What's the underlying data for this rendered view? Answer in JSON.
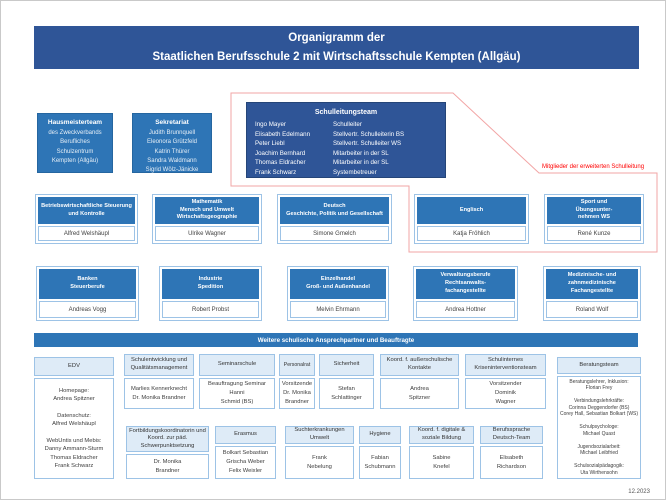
{
  "title": {
    "line1": "Organigramm der",
    "line2": "Staatlichen Berufsschule 2 mit Wirtschaftsschule Kempten (Allgäu)"
  },
  "hausmeisterteam": {
    "title": "Hausmeisterteam",
    "body": "des Zweckverbands\nBerufliches\nSchulzentrum\nKempten (Allgäu)"
  },
  "sekretariat": {
    "title": "Sekretariat",
    "body": "Judith Brunnquell\nEleonora Grützfeld\nKatrin Thürer\nSandra Waldmann\nSigrid Wölz-Jänicke"
  },
  "schulleitungsteam": {
    "title": "Schulleitungsteam",
    "members": [
      {
        "name": "Ingo Mayer",
        "role": "Schulleiter"
      },
      {
        "name": "Elisabeth Edelmann",
        "role": "Stellvertr. Schulleiterin BS"
      },
      {
        "name": "Peter Liebl",
        "role": "Stellvertr. Schulleiter WS"
      },
      {
        "name": "Joachim Bernhard",
        "role": "Mitarbeiter in der SL"
      },
      {
        "name": "Thomas Eldracher",
        "role": "Mitarbeiter in der SL"
      },
      {
        "name": "Frank Schwarz",
        "role": "Systembetreuer"
      }
    ]
  },
  "red_note": "Mitglieder der erweiterten Schulleitung",
  "dept_row1": [
    {
      "title": "Betriebswirtschaftliche Steuerung\nund Kontrolle",
      "name": "Alfred Welshäupl"
    },
    {
      "title": "Mathematik\nMensch und Umwelt\nWirtschaftsgeographie",
      "name": "Ulrike Wagner"
    },
    {
      "title": "Deutsch\nGeschichte, Politik und Gesellschaft",
      "name": "Simone Gmelch"
    },
    {
      "title": "Englisch",
      "name": "Katja Fröhlich"
    },
    {
      "title": "Sport und\nÜbungsunter-\nnehmen WS",
      "name": "René Kunze"
    }
  ],
  "dept_row2": [
    {
      "title": "Banken\nSteuerberufe",
      "name": "Andreas Vogg"
    },
    {
      "title": "Industrie\nSpedition",
      "name": "Robert Probst"
    },
    {
      "title": "Einzelhandel\nGroß- und Außenhandel",
      "name": "Melvin Ehrmann"
    },
    {
      "title": "Verwaltungsberufe\nRechtsanwalts-\nfachangestellte",
      "name": "Andrea Hottner"
    },
    {
      "title": "Medizinische- und\nzahnmedizinische\nFachangestellte",
      "name": "Roland Wolf"
    }
  ],
  "section_bar": "Weitere schulische Ansprechpartner und Beauftragte",
  "edv": {
    "title": "EDV",
    "body": "Homepage:\nAndrea Spitzner\n\nDatenschutz:\nAlfred Welshäupl\n\nWebUntis und Mebis:\nDanny Ammann-Sturm\nThomas Eldracher\nFrank Schwarz"
  },
  "beratungsteam": {
    "title": "Beratungsteam",
    "body": "Beratungslehrer, Inklusion:\nFlorian Frey\n\nVerbindungslehrkräfte:\nCorinna Deggendorfer (BS)\nCorey Hall, Sebastian Bolkart (WS)\n\nSchulpsychologe:\nMichael Quast\n\nJugendsozialarbeit:\nMichael Leibfried\n\nSchulsozialpädagogik:\nUta Wirthensohn"
  },
  "grid_row1": [
    {
      "title": "Schulentwicklung und Qualitätsmanagement",
      "body": "Marlies Kennerknecht\nDr. Monika Brandner"
    },
    {
      "title": "Seminarschule",
      "body": "Beauftragung Seminar\nHanni\nSchmid (BS)"
    },
    {
      "title": "Personalrat",
      "body": "Vorsitzende\nDr. Monika\nBrandner"
    },
    {
      "title": "Sicherheit",
      "body": "Stefan\nSchlattinger"
    },
    {
      "title": "Koord. f. außerschulische Kontakte",
      "body": "Andrea\nSpitzner"
    },
    {
      "title": "Schulinternes Kriseninterventionsteam",
      "body": "Vorsitzender\nDominik\nWagner"
    }
  ],
  "grid_row2": [
    {
      "title": "Fortbildungskoordinatorin und Koord. zur päd. Schwerpunktsetzung",
      "body": "Dr. Monika\nBrandner"
    },
    {
      "title": "Erasmus",
      "body": "Bolkart Sebastian\nGrischa Weber\nFelix Weixler"
    },
    {
      "title": "Suchterkrankungen\nUmwelt",
      "body": "Frank\nNebelung"
    },
    {
      "title": "Hygiene",
      "body": "Fabian\nSchubmann"
    },
    {
      "title": "Koord. f. digitale &\nsoziale Bildung",
      "body": "Sabine\nKnefel"
    },
    {
      "title": "Berufssprache\nDeutsch-Team",
      "body": "Elisabeth\nRichardson"
    }
  ],
  "footer_date": "12.2023",
  "colors": {
    "header_blue": "#2F5597",
    "box_blue": "#2E75B6",
    "light_blue_bg": "#DEEBF7",
    "light_blue_border": "#9DC3E6",
    "red": "#FF0000"
  }
}
